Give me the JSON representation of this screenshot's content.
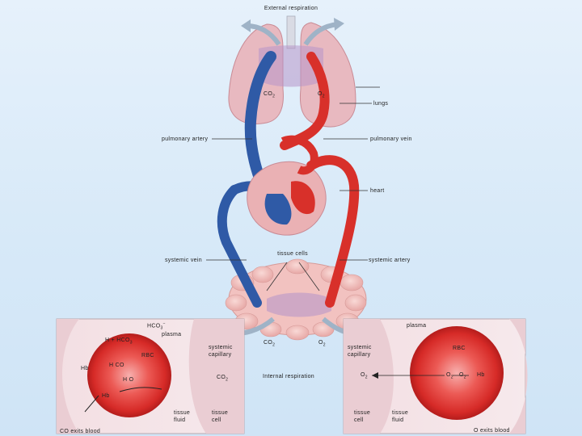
{
  "title": "External respiration",
  "labels": {
    "co2_lung": "CO",
    "o2_lung": "O",
    "lungs": "lungs",
    "pulmonary_artery": "pulmonary artery",
    "pulmonary_vein": "pulmonary vein",
    "heart": "heart",
    "tissue_cells": "tissue cells",
    "systemic_vein": "systemic vein",
    "systemic_artery": "systemic artery",
    "internal_respiration": "Internal respiration",
    "co2_tissue": "CO",
    "o2_tissue": "O"
  },
  "left_panel": {
    "hco3_top": "HCO",
    "plasma": "plasma",
    "h_plus_hco3": "H + HCO",
    "rbc": "RBC",
    "hb": "Hb",
    "h2co3": "H CO",
    "h2o": "H O",
    "hb2": "Hb",
    "systemic_capillary": "systemic capillary",
    "co2": "CO",
    "tissue_fluid": "tissue fluid",
    "tissue_cell": "tissue cell",
    "caption": "CO exits blood"
  },
  "right_panel": {
    "plasma": "plasma",
    "rbc": "RBC",
    "systemic_capillary": "systemic capillary",
    "o2": "O",
    "o2_b": "O",
    "o2_c": "O",
    "hb": "Hb",
    "tissue_cell": "tissue cell",
    "tissue_fluid": "tissue fluid",
    "caption": "O exits blood"
  },
  "colors": {
    "oxygenated": "#d8302a",
    "deoxygenated": "#2f5aa6",
    "lung_tissue": "#e9b8bd",
    "background": "#dbeaf8"
  }
}
